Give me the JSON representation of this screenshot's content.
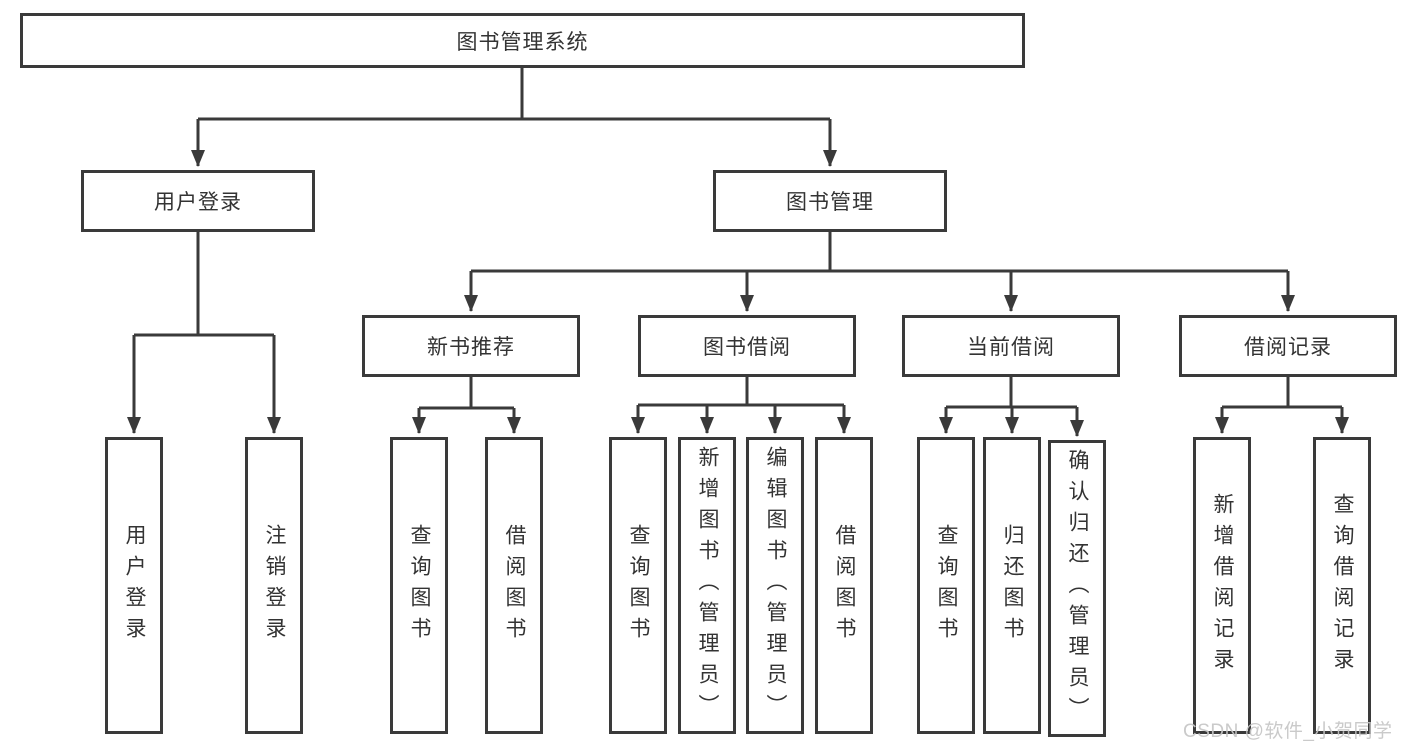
{
  "colors": {
    "background": "#ffffff",
    "line": "#3a3a3a",
    "box_border": "#3a3a3a",
    "text": "#333333",
    "watermark": "#c5c5c5"
  },
  "watermark": {
    "text": "CSDN @软件_小贺同学"
  },
  "tree": {
    "label": "图书管理系统",
    "children": [
      {
        "label": "用户登录",
        "children": [
          {
            "label": "用户登录"
          },
          {
            "label": "注销登录"
          }
        ]
      },
      {
        "label": "图书管理",
        "children": [
          {
            "label": "新书推荐",
            "children": [
              {
                "label": "查询图书"
              },
              {
                "label": "借阅图书"
              }
            ]
          },
          {
            "label": "图书借阅",
            "children": [
              {
                "label": "查询图书"
              },
              {
                "label": "新增图书（管理员）"
              },
              {
                "label": "编辑图书（管理员）"
              },
              {
                "label": "借阅图书"
              }
            ]
          },
          {
            "label": "当前借阅",
            "children": [
              {
                "label": "查询图书"
              },
              {
                "label": "归还图书"
              },
              {
                "label": "确认归还（管理员）"
              }
            ]
          },
          {
            "label": "借阅记录",
            "children": [
              {
                "label": "新增借阅记录"
              },
              {
                "label": "查询借阅记录"
              }
            ]
          }
        ]
      }
    ]
  }
}
